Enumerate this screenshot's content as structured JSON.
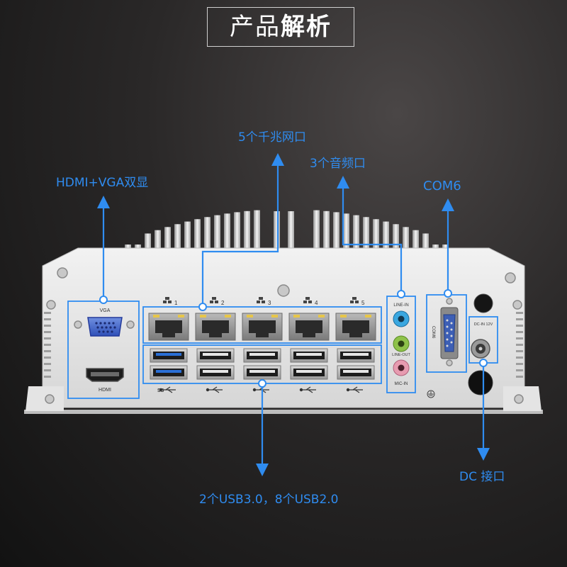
{
  "title": {
    "part1": "产品",
    "part2": "解析"
  },
  "callouts": {
    "hdmi_vga": "HDMI+VGA双显",
    "lan": "5个千兆网口",
    "audio": "3个音频口",
    "com": "COM6",
    "usb": "2个USB3.0，8个USB2.0",
    "dc": "DC 接口"
  },
  "device_labels": {
    "vga": "VGA",
    "hdmi": "HDMI",
    "lan_ports": [
      "1",
      "2",
      "3",
      "4",
      "5"
    ],
    "ss": "SS",
    "line_in": "LINE-IN",
    "line_out": "LINE-OUT",
    "mic_in": "MIC-IN",
    "com6": "COM6",
    "dc_in": "DC-IN 12V"
  },
  "colors": {
    "accent": "#2f8cf0",
    "usb3_blue": "#2a6fd6",
    "line_in": "#3aa7e0",
    "line_out": "#8ec24a",
    "mic_in": "#e79bb0",
    "chassis": "#e9e9e9"
  },
  "icons": [
    "network-icon",
    "usb-icon",
    "ground-icon",
    "arrow-up-icon",
    "arrow-down-icon"
  ]
}
